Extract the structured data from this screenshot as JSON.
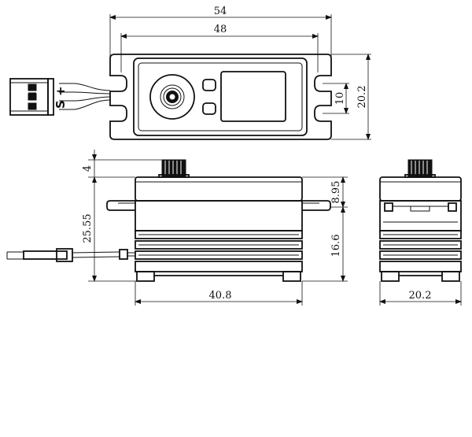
{
  "dimensions": {
    "top_overall_width": "54",
    "top_mount_hole_spacing": "48",
    "top_overall_height": "20.2",
    "top_slot_spacing": "10",
    "side_spline_height": "4",
    "side_mount_to_top": "8.95",
    "side_case_lower_height": "16.6",
    "side_total_height": "25.55",
    "side_case_width": "40.8",
    "end_width": "20.2"
  },
  "connector": {
    "signal_mark": "S",
    "plus_mark": "+"
  }
}
